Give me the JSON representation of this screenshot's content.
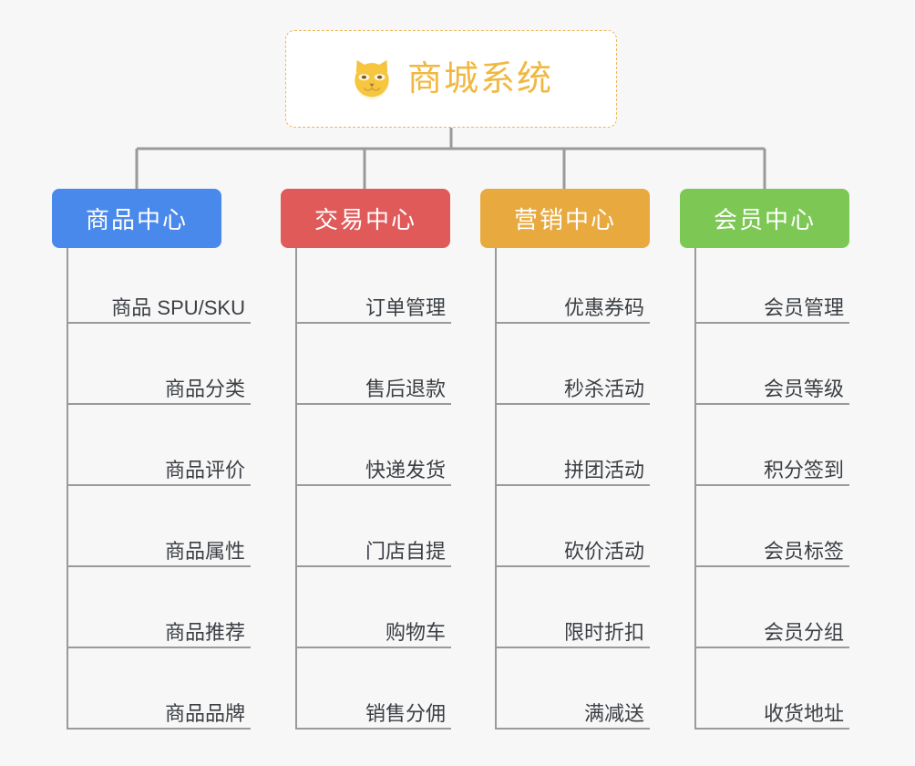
{
  "root": {
    "title": "商城系统",
    "icon": "shiba-dog-icon",
    "border_color": "#edb85a",
    "text_color": "#f0b840",
    "background": "#ffffff"
  },
  "canvas": {
    "background": "#f7f7f7",
    "connector_color": "#9a9a9a"
  },
  "branches": [
    {
      "id": "product-center",
      "label": "商品中心",
      "color": "#4a89ec",
      "items": [
        "商品 SPU/SKU",
        "商品分类",
        "商品评价",
        "商品属性",
        "商品推荐",
        "商品品牌"
      ]
    },
    {
      "id": "trade-center",
      "label": "交易中心",
      "color": "#e05a5a",
      "items": [
        "订单管理",
        "售后退款",
        "快递发货",
        "门店自提",
        "购物车",
        "销售分佣"
      ]
    },
    {
      "id": "marketing-center",
      "label": "营销中心",
      "color": "#e8a93e",
      "items": [
        "优惠券码",
        "秒杀活动",
        "拼团活动",
        "砍价活动",
        "限时折扣",
        "满减送"
      ]
    },
    {
      "id": "member-center",
      "label": "会员中心",
      "color": "#7dc855",
      "items": [
        "会员管理",
        "会员等级",
        "积分签到",
        "会员标签",
        "会员分组",
        "收货地址"
      ]
    }
  ]
}
